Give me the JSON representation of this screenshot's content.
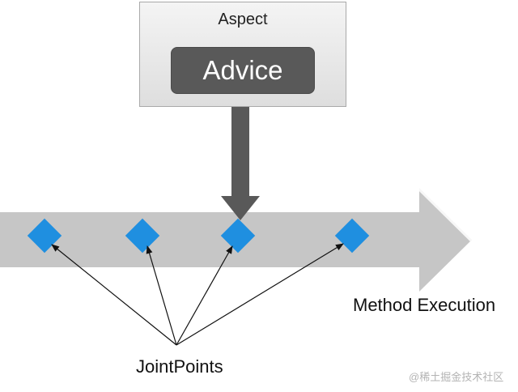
{
  "aspect": {
    "title": "Aspect"
  },
  "advice": {
    "label": "Advice"
  },
  "execution": {
    "label": "Method Execution"
  },
  "joinpoints": {
    "label": "JointPoints",
    "count": 4
  },
  "watermark": "@稀土掘金技术社区",
  "colors": {
    "timeline": "#c6c6c6",
    "pointer_arrow": "#595959",
    "joinpoint": "#1f8fe0",
    "advice_box": "#595959",
    "aspect_box": "#e9e9e9"
  }
}
